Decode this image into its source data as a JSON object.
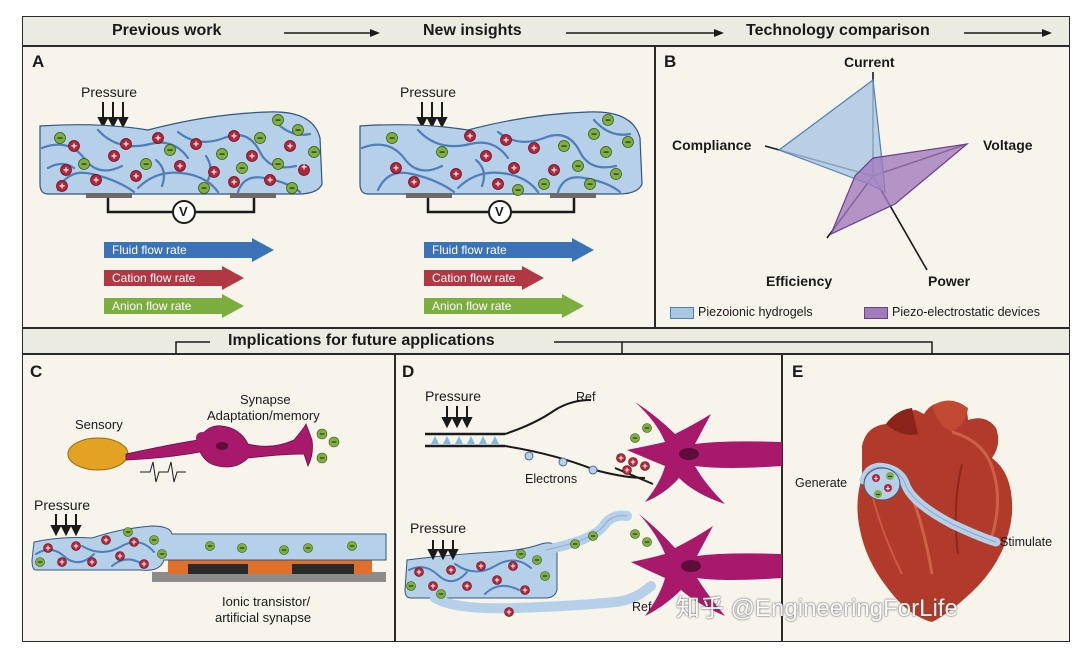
{
  "header": {
    "previous_work": "Previous work",
    "new_insights": "New insights",
    "technology_comparison": "Technology comparison"
  },
  "panel_a": {
    "label": "A",
    "left": {
      "pressure": "Pressure"
    },
    "right": {
      "pressure": "Pressure"
    },
    "voltmeter": "V",
    "arrows": {
      "fluid": "Fluid flow rate",
      "cation": "Cation flow rate",
      "anion": "Anion flow rate"
    }
  },
  "panel_b": {
    "label": "B",
    "axes": [
      "Current",
      "Voltage",
      "Power",
      "Efficiency",
      "Compliance"
    ],
    "legend": [
      "Piezoionic hydrogels",
      "Piezo-electrostatic devices"
    ],
    "colors": {
      "hydrogel": "#a9c6e3",
      "electrostatic": "#a27bbd"
    }
  },
  "implications": {
    "title": "Implications for future applications"
  },
  "panel_c": {
    "label": "C",
    "sensory": "Sensory",
    "synapse_line1": "Synapse",
    "synapse_line2": "Adaptation/memory",
    "pressure": "Pressure",
    "transistor_line1": "Ionic transistor/",
    "transistor_line2": "artificial synapse"
  },
  "panel_d": {
    "label": "D",
    "pressure_top": "Pressure",
    "ref_top": "Ref",
    "electrons": "Electrons",
    "pressure_bottom": "Pressure",
    "ref_bottom": "Ref"
  },
  "panel_e": {
    "label": "E",
    "generate": "Generate",
    "stimulate": "Stimulate"
  },
  "watermark": "知乎 @EngineeringForLife",
  "colors": {
    "hydrogel_fill": "#b6d0ea",
    "hydrogel_stroke": "#4f7fb8",
    "cation": "#b3263a",
    "anion": "#7fb03c",
    "fluid_arrow": "#3c73b8",
    "cation_arrow": "#b13842",
    "anion_arrow": "#7cae3f",
    "neuron": "#a8186b",
    "sensory": "#e3a223",
    "heart": "#b23a2a"
  }
}
